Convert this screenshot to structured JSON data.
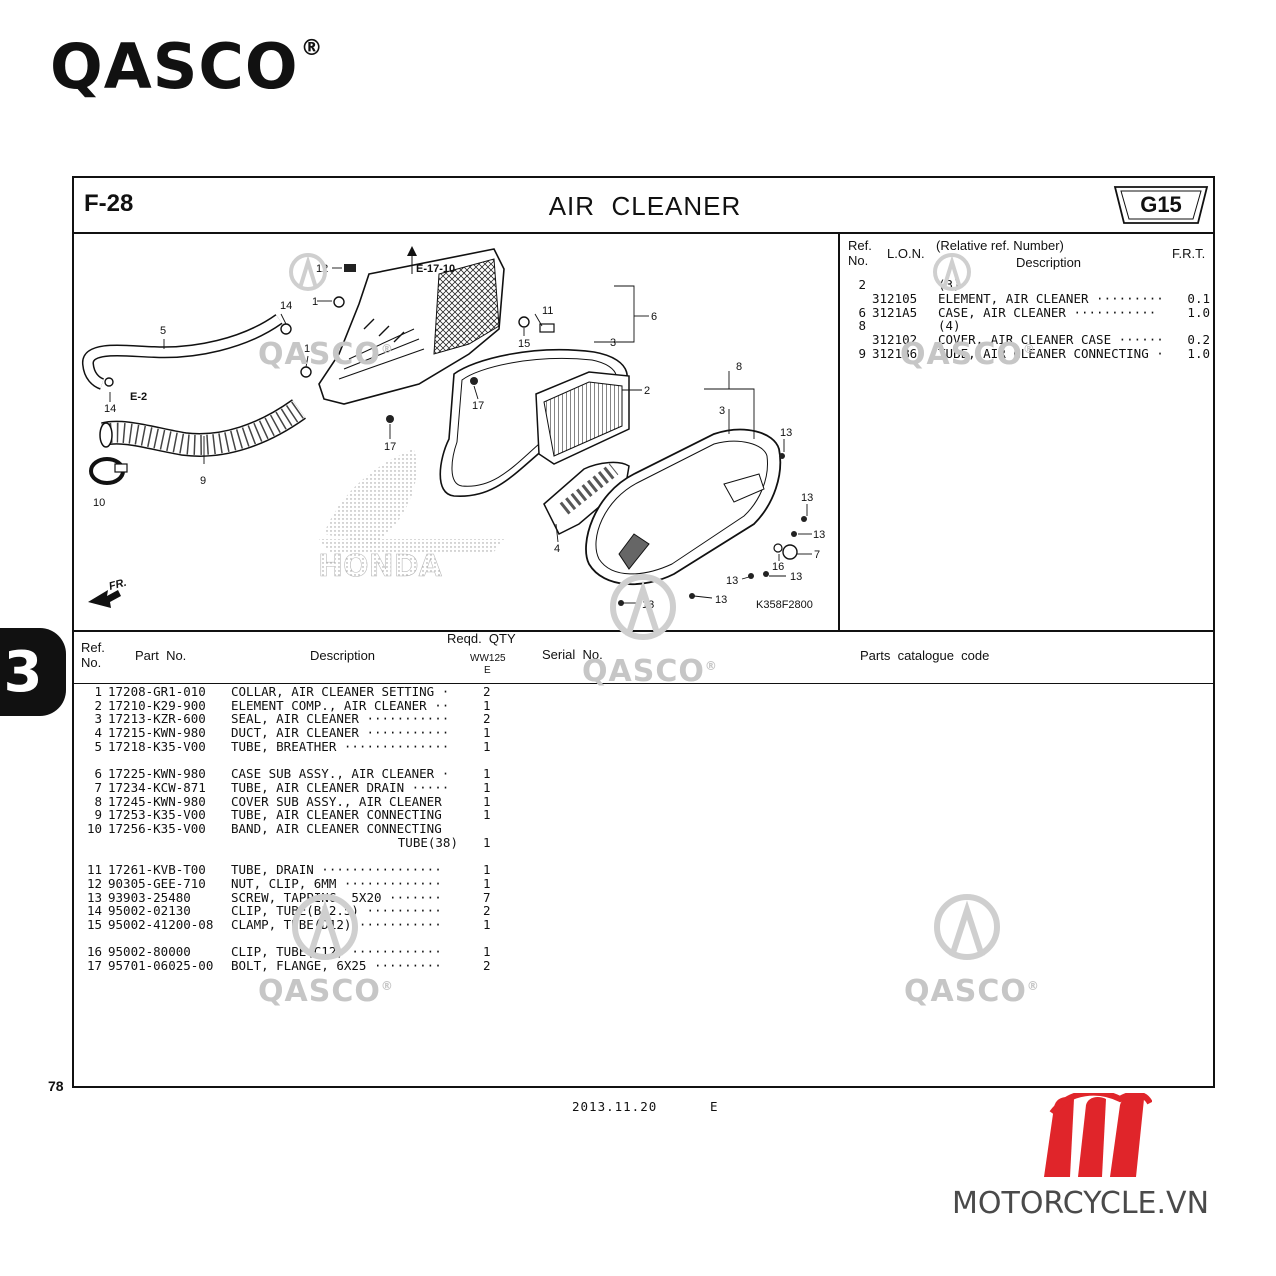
{
  "brand": {
    "name": "QASCO",
    "reg": "®"
  },
  "header": {
    "figure_code": "F-28",
    "title": "AIR  CLEANER",
    "group_code": "G15"
  },
  "diagram": {
    "refs": {
      "e17": "E-17-10",
      "e2": "E-2",
      "fr": "FR.",
      "code": "K358F2800",
      "honda": "HONDA"
    },
    "callouts": [
      "1",
      "2",
      "3",
      "4",
      "5",
      "6",
      "7",
      "8",
      "9",
      "10",
      "11",
      "12",
      "13",
      "14",
      "15",
      "16",
      "17"
    ]
  },
  "lon_table": {
    "headers": {
      "ref": "Ref.",
      "no": "No.",
      "lon": "L.O.N.",
      "rel": "(Relative ref. Number)",
      "desc": "Description",
      "frt": "F.R.T."
    },
    "rows": [
      {
        "ref": "2",
        "lon": "",
        "desc": "(3)",
        "frt": ""
      },
      {
        "ref": "",
        "lon": "312105",
        "desc": "ELEMENT, AIR CLEANER ·········",
        "frt": "0.1"
      },
      {
        "ref": "6",
        "lon": "3121A5",
        "desc": "CASE, AIR CLEANER ···········",
        "frt": "1.0"
      },
      {
        "ref": "8",
        "lon": "",
        "desc": "(4)",
        "frt": ""
      },
      {
        "ref": "",
        "lon": "312102",
        "desc": "COVER, AIR CLEANER CASE ······",
        "frt": "0.2"
      },
      {
        "ref": "9",
        "lon": "3121B6",
        "desc": "TUBE, AIR CLEANER CONNECTING ·",
        "frt": "1.0"
      }
    ]
  },
  "parts_table": {
    "headers": {
      "ref": "Ref.",
      "no": "No.",
      "part_no": "Part  No.",
      "desc": "Description",
      "qty": "Reqd.  QTY",
      "model": "WW125",
      "model_sub": "E",
      "serial": "Serial  No.",
      "catalogue": "Parts  catalogue  code"
    },
    "rows": [
      {
        "ref": "1",
        "part": "17208-GR1-010",
        "desc": "COLLAR, AIR CLEANER SETTING ·",
        "qty": "2"
      },
      {
        "ref": "2",
        "part": "17210-K29-900",
        "desc": "ELEMENT COMP., AIR CLEANER ··",
        "qty": "1"
      },
      {
        "ref": "3",
        "part": "17213-KZR-600",
        "desc": "SEAL, AIR CLEANER ···········",
        "qty": "2"
      },
      {
        "ref": "4",
        "part": "17215-KWN-980",
        "desc": "DUCT, AIR CLEANER ···········",
        "qty": "1"
      },
      {
        "ref": "5",
        "part": "17218-K35-V00",
        "desc": "TUBE, BREATHER ··············",
        "qty": "1"
      },
      {
        "ref": "6",
        "part": "17225-KWN-980",
        "desc": "CASE SUB ASSY., AIR CLEANER ·",
        "qty": "1"
      },
      {
        "ref": "7",
        "part": "17234-KCW-871",
        "desc": "TUBE, AIR CLEANER DRAIN ·····",
        "qty": "1"
      },
      {
        "ref": "8",
        "part": "17245-KWN-980",
        "desc": "COVER SUB ASSY., AIR CLEANER",
        "qty": "1"
      },
      {
        "ref": "9",
        "part": "17253-K35-V00",
        "desc": "TUBE, AIR CLEANER CONNECTING",
        "qty": "1"
      },
      {
        "ref": "10",
        "part": "17256-K35-V00",
        "desc": "BAND, AIR CLEANER CONNECTING",
        "qty": ""
      },
      {
        "ref": "",
        "part": "",
        "desc": "TUBE(38)",
        "qty": "1"
      },
      {
        "ref": "11",
        "part": "17261-KVB-T00",
        "desc": "TUBE, DRAIN ················",
        "qty": "1"
      },
      {
        "ref": "12",
        "part": "90305-GEE-710",
        "desc": "NUT, CLIP, 6MM ·············",
        "qty": "1"
      },
      {
        "ref": "13",
        "part": "93903-25480",
        "desc": "SCREW, TAPPING, 5X20 ·······",
        "qty": "7"
      },
      {
        "ref": "14",
        "part": "95002-02130",
        "desc": "CLIP, TUBE(B12.5) ··········",
        "qty": "2"
      },
      {
        "ref": "15",
        "part": "95002-41200-08",
        "desc": "CLAMP, TUBE(D12) ···········",
        "qty": "1"
      },
      {
        "ref": "16",
        "part": "95002-80000",
        "desc": "CLIP, TUBE(C12) ············",
        "qty": "1"
      },
      {
        "ref": "17",
        "part": "95701-06025-00",
        "desc": "BOLT, FLANGE, 6X25 ·········",
        "qty": "2"
      }
    ]
  },
  "footer": {
    "page": "78",
    "date": "2013.11.20",
    "code": "E",
    "section": "3"
  },
  "watermark": {
    "text": "QASCO",
    "reg": "®"
  },
  "moto": {
    "text": "MOTORCYCLE.VN",
    "color": "#e0252a"
  }
}
